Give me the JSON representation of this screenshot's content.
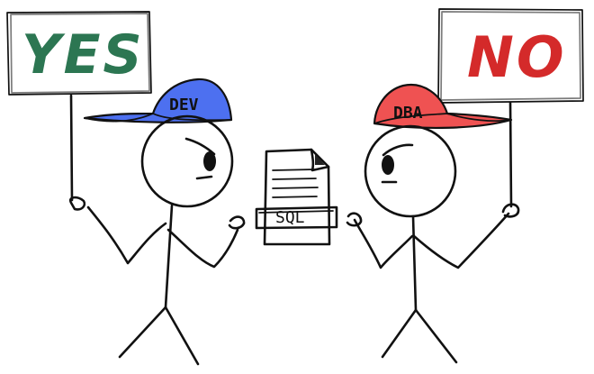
{
  "signs": {
    "left": {
      "text": "YES",
      "color": "#2c7652"
    },
    "right": {
      "text": "NO",
      "color": "#d42a2a"
    }
  },
  "caps": {
    "left": {
      "label": "DEV",
      "color": "#4d70f0"
    },
    "right": {
      "label": "DBA",
      "color": "#ef5252"
    }
  },
  "document": {
    "label": "SQL"
  },
  "icons": [
    "developer-figure",
    "dba-figure",
    "sql-document-icon",
    "yes-sign",
    "no-sign"
  ]
}
